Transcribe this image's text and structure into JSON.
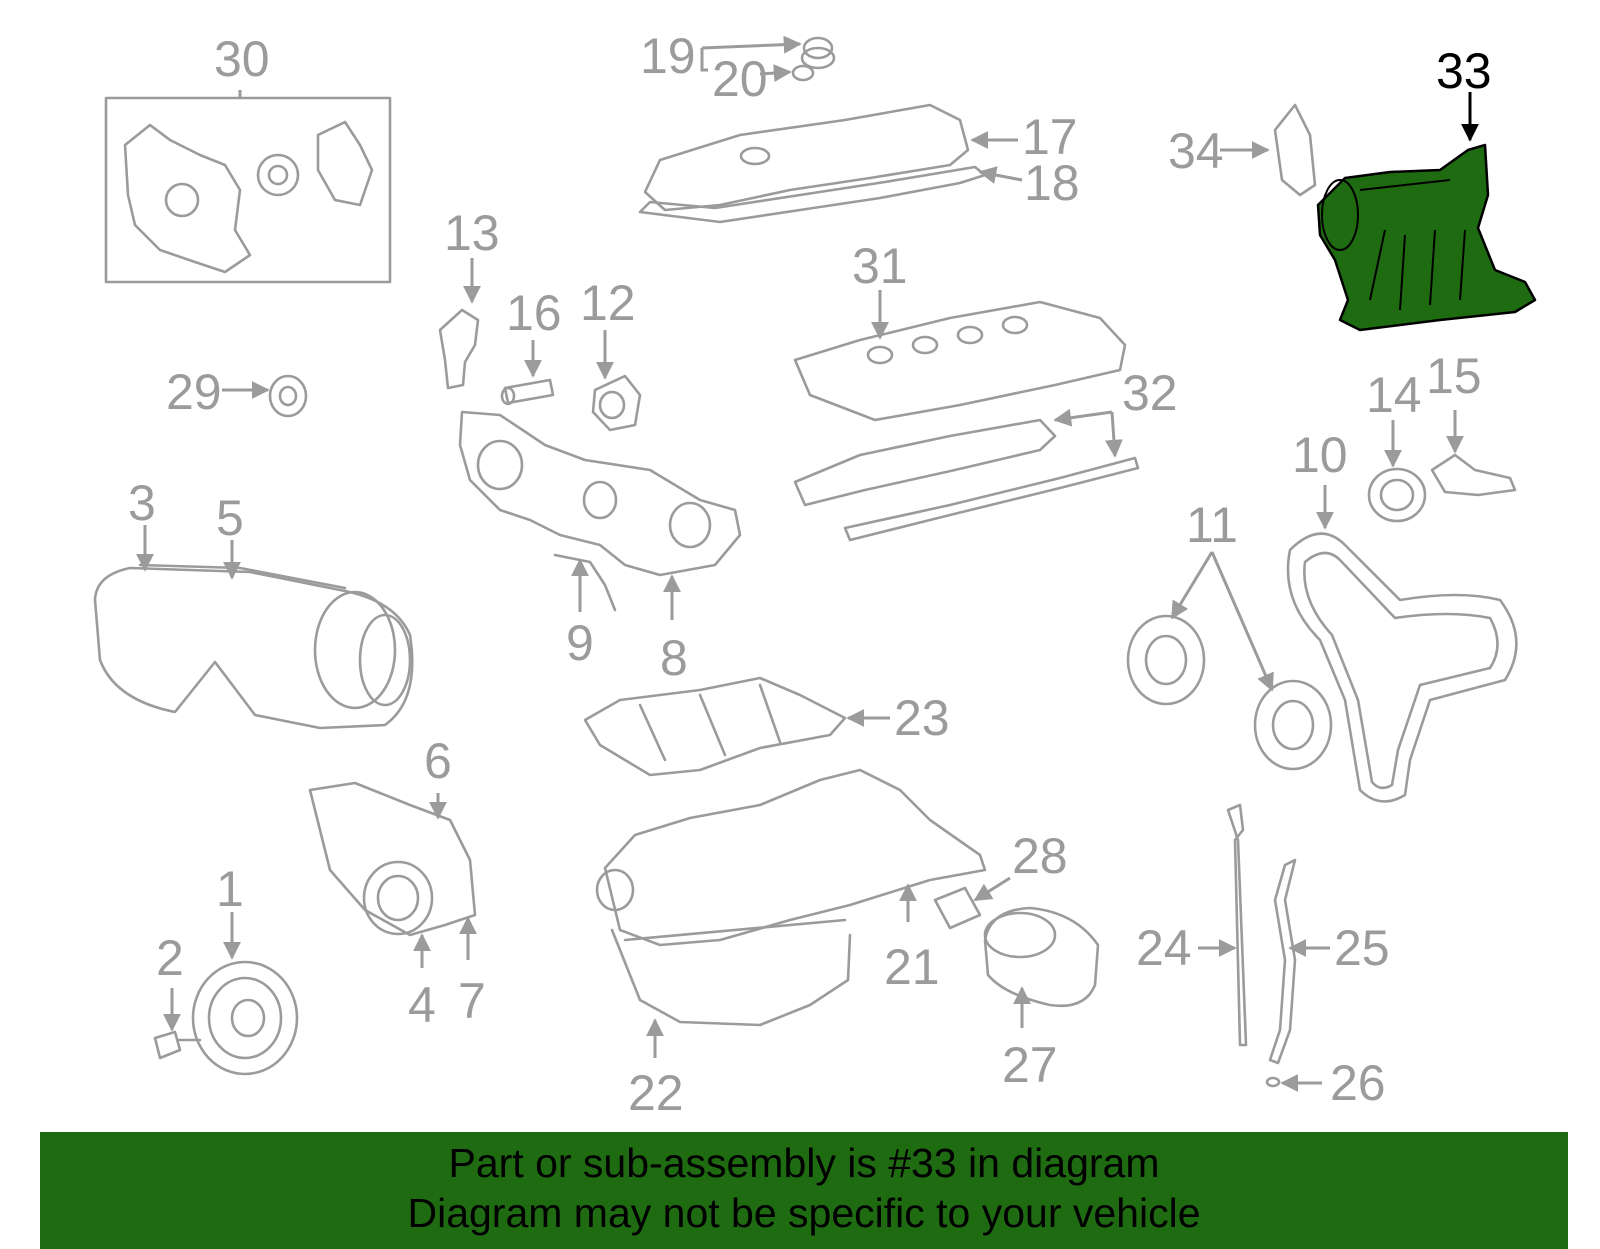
{
  "highlight_color": "#1f6b12",
  "highlighted_part": "33",
  "callouts": {
    "c1": "1",
    "c2": "2",
    "c3": "3",
    "c4": "4",
    "c5": "5",
    "c6": "6",
    "c7": "7",
    "c8": "8",
    "c9": "9",
    "c10": "10",
    "c11": "11",
    "c12": "12",
    "c13": "13",
    "c14": "14",
    "c15": "15",
    "c16": "16",
    "c17": "17",
    "c18": "18",
    "c19": "19",
    "c20": "20",
    "c21": "21",
    "c22": "22",
    "c23": "23",
    "c24": "24",
    "c25": "25",
    "c26": "26",
    "c27": "27",
    "c28": "28",
    "c29": "29",
    "c30": "30",
    "c31": "31",
    "c32": "32",
    "c33": "33",
    "c34": "34"
  },
  "banner": {
    "line1": "Part or sub-assembly is #33 in diagram",
    "line2": "Diagram may not be specific to your vehicle"
  }
}
